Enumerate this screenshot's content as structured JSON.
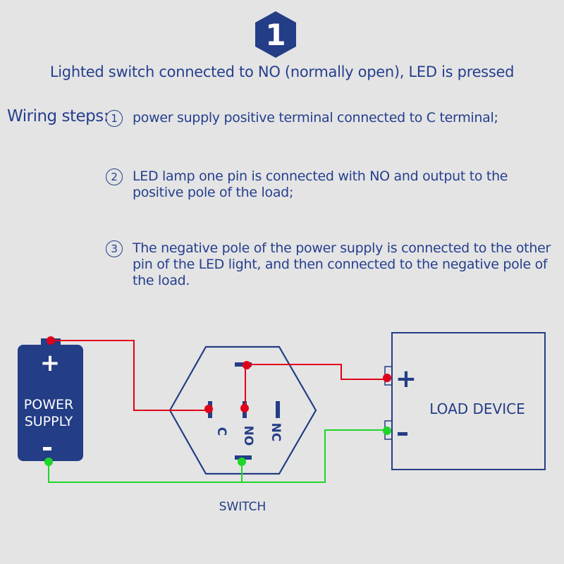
{
  "badge": {
    "number": "1"
  },
  "subtitle": "Lighted switch connected to NO (normally open), LED is pressed",
  "wiring": {
    "label": "Wiring steps:",
    "steps": [
      {
        "num": "1",
        "text": "power supply positive terminal connected to C terminal;"
      },
      {
        "num": "2",
        "text": "LED lamp one pin is connected with NO and output to the positive pole of the load;"
      },
      {
        "num": "3",
        "text": "The negative pole of the power supply is connected to the other pin of the LED light, and then connected to the negative pole of the load."
      }
    ]
  },
  "diagram": {
    "power_supply": {
      "line1": "POWER",
      "line2": "SUPPLY",
      "plus": "+",
      "minus": "-"
    },
    "switch": {
      "label": "SWITCH",
      "terminals": {
        "c": "C",
        "no": "NO",
        "nc": "NC"
      }
    },
    "load": {
      "label": "LOAD DEVICE",
      "plus": "+",
      "minus": "-"
    },
    "colors": {
      "primary": "#233d86",
      "positive_wire": "#e0001b",
      "negative_wire": "#1fd62a",
      "background": "#e4e4e4"
    }
  }
}
